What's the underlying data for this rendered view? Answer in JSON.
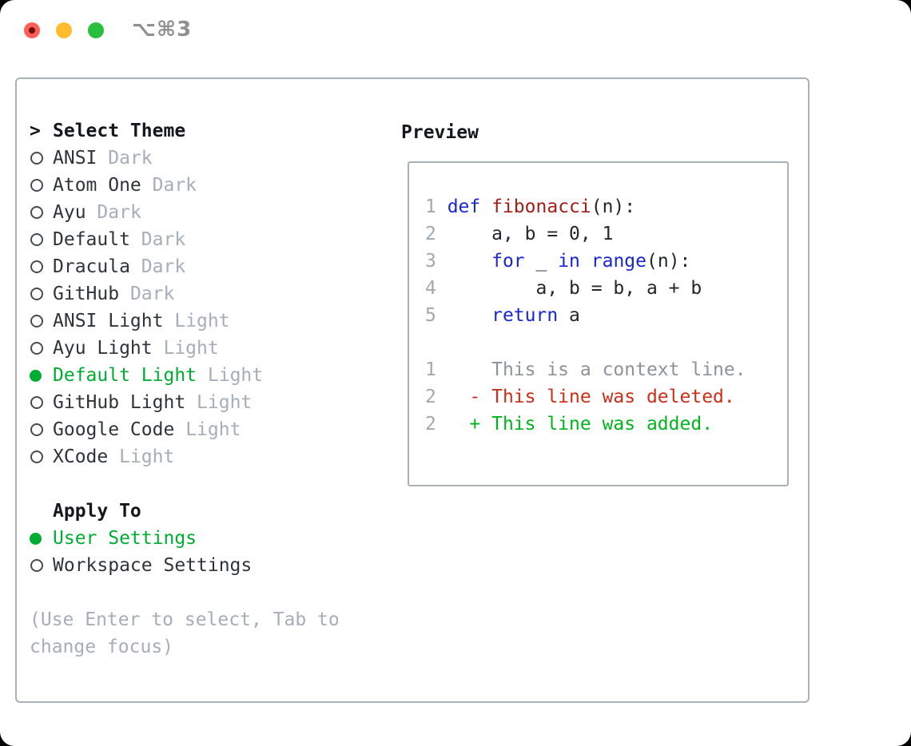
{
  "titlebar": {
    "title": "⌥⌘3",
    "buttons": [
      "close",
      "minimize",
      "zoom"
    ]
  },
  "colors": {
    "accent_green": "#00ad33",
    "keyword_blue": "#1a26d4",
    "function_red": "#a51d17",
    "deleted_red": "#cd2d19",
    "added_green": "#00b51e",
    "muted_gray": "#a5aeb9",
    "line_number_gray": "#9fa9b4",
    "context_gray": "#8d939b",
    "border_gray": "#a9b1bb",
    "traffic_red": "#ff5f57",
    "traffic_yellow": "#febc2e",
    "traffic_green": "#2ac03e"
  },
  "sidebar": {
    "header_marker": ">",
    "header": "Select Theme",
    "themes": [
      {
        "name": "ANSI",
        "variant": "Dark",
        "selected": false
      },
      {
        "name": "Atom One",
        "variant": "Dark",
        "selected": false
      },
      {
        "name": "Ayu",
        "variant": "Dark",
        "selected": false
      },
      {
        "name": "Default",
        "variant": "Dark",
        "selected": false
      },
      {
        "name": "Dracula",
        "variant": "Dark",
        "selected": false
      },
      {
        "name": "GitHub",
        "variant": "Dark",
        "selected": false
      },
      {
        "name": "ANSI Light",
        "variant": "Light",
        "selected": false
      },
      {
        "name": "Ayu Light",
        "variant": "Light",
        "selected": false
      },
      {
        "name": "Default Light",
        "variant": "Light",
        "selected": true
      },
      {
        "name": "GitHub Light",
        "variant": "Light",
        "selected": false
      },
      {
        "name": "Google Code",
        "variant": "Light",
        "selected": false
      },
      {
        "name": "XCode",
        "variant": "Light",
        "selected": false
      }
    ],
    "apply_header": "Apply To",
    "apply_options": [
      {
        "label": "User Settings",
        "selected": true
      },
      {
        "label": "Workspace Settings",
        "selected": false
      }
    ],
    "help": "(Use Enter to select, Tab to change focus)"
  },
  "preview": {
    "title": "Preview",
    "lines": [
      {
        "num": "1",
        "tokens": [
          {
            "t": "def",
            "c": "kw"
          },
          {
            "t": " ",
            "c": "tx"
          },
          {
            "t": "fibonacci",
            "c": "fn"
          },
          {
            "t": "(n):",
            "c": "tx"
          }
        ]
      },
      {
        "num": "2",
        "tokens": [
          {
            "t": "    a, b = 0, 1",
            "c": "tx"
          }
        ]
      },
      {
        "num": "3",
        "tokens": [
          {
            "t": "    ",
            "c": "tx"
          },
          {
            "t": "for",
            "c": "kw"
          },
          {
            "t": " _ ",
            "c": "tx"
          },
          {
            "t": "in",
            "c": "kw"
          },
          {
            "t": " ",
            "c": "tx"
          },
          {
            "t": "range",
            "c": "kw"
          },
          {
            "t": "(n):",
            "c": "tx"
          }
        ]
      },
      {
        "num": "4",
        "tokens": [
          {
            "t": "        a, b = b, a + b",
            "c": "tx"
          }
        ]
      },
      {
        "num": "5",
        "tokens": [
          {
            "t": "    ",
            "c": "tx"
          },
          {
            "t": "return",
            "c": "kw"
          },
          {
            "t": " a",
            "c": "tx"
          }
        ]
      },
      {
        "num": "",
        "tokens": []
      },
      {
        "num": "1",
        "tokens": [
          {
            "t": "    This is a context line.",
            "c": "ctx"
          }
        ]
      },
      {
        "num": "2",
        "tokens": [
          {
            "t": "  - This line was deleted.",
            "c": "del"
          }
        ]
      },
      {
        "num": "2",
        "tokens": [
          {
            "t": "  + This line was added.",
            "c": "add"
          }
        ]
      }
    ]
  }
}
